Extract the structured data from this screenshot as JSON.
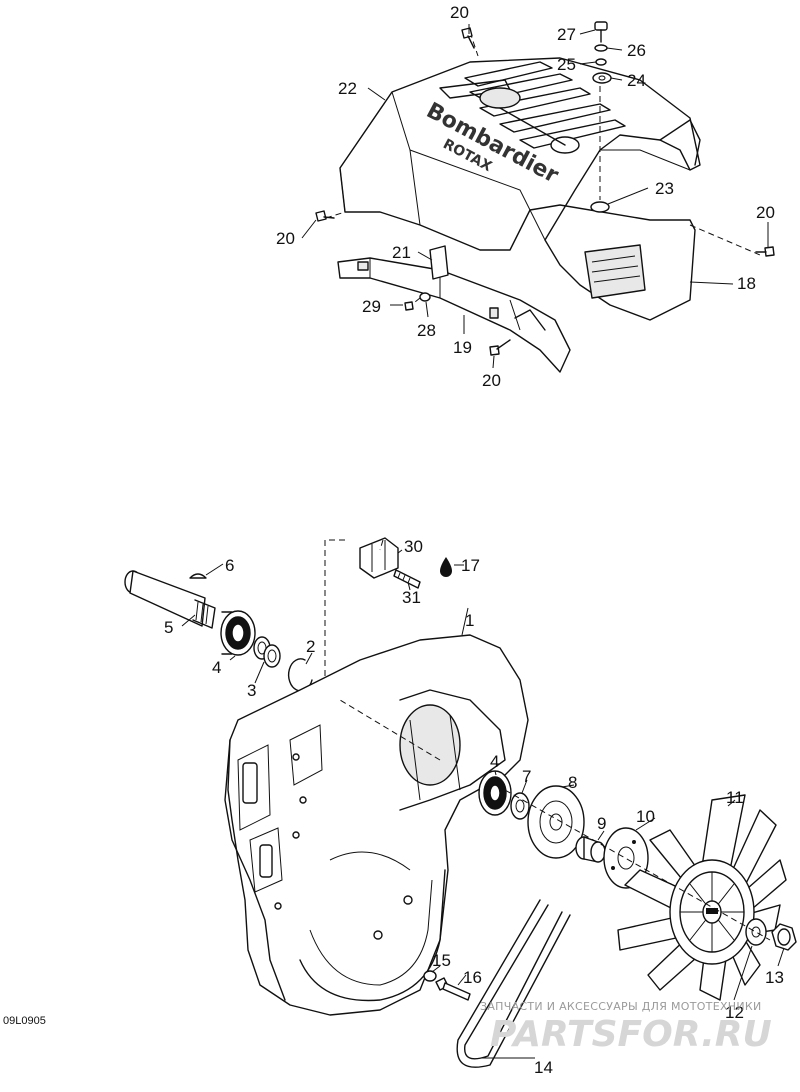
{
  "figure_id": "09L0905",
  "engraved_brand": "Bombardier",
  "engraved_sub": "ROTAX",
  "watermark": {
    "text": "ЗАПЧАСТИ И АКСЕССУАРЫ ДЛЯ МОТОТЕХНИКИ",
    "logo": "PARTSFOR.RU"
  },
  "callouts": {
    "c1": "1",
    "c2": "2",
    "c3": "3",
    "c4a": "4",
    "c4b": "4",
    "c5": "5",
    "c6": "6",
    "c7": "7",
    "c8": "8",
    "c9": "9",
    "c10": "10",
    "c11": "11",
    "c12": "12",
    "c13": "13",
    "c14": "14",
    "c15": "15",
    "c16": "16",
    "c17": "17",
    "c18": "18",
    "c19": "19",
    "c20a": "20",
    "c20b": "20",
    "c20c": "20",
    "c20d": "20",
    "c21": "21",
    "c22": "22",
    "c23": "23",
    "c24": "24",
    "c25": "25",
    "c26": "26",
    "c27": "27",
    "c28": "28",
    "c29": "29",
    "c30": "30",
    "c31": "31"
  },
  "icons": {
    "oil_drop": "oil-drop-icon"
  }
}
